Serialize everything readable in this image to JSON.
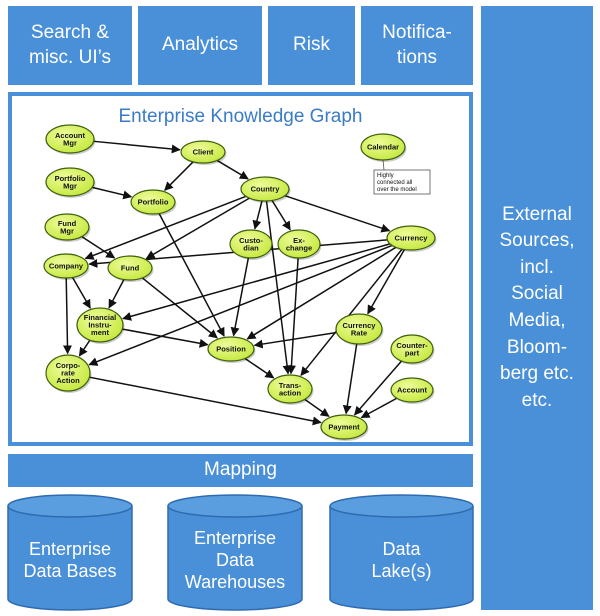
{
  "top_boxes": [
    {
      "label": "Search &\nmisc. UI’s"
    },
    {
      "label": "Analytics"
    },
    {
      "label": "Risk"
    },
    {
      "label": "Notifica-\ntions"
    }
  ],
  "external_label": "External\nSources,\nincl.\nSocial\nMedia,\nBloom-\nberg etc.\netc.",
  "graph": {
    "title": "Enterprise Knowledge Graph",
    "note": [
      "Highly",
      "connected all",
      "over the model"
    ],
    "nodes": [
      {
        "id": "account_mgr",
        "label": [
          "Account",
          "Mgr"
        ]
      },
      {
        "id": "client",
        "label": [
          "Client"
        ]
      },
      {
        "id": "calendar",
        "label": [
          "Calendar"
        ]
      },
      {
        "id": "portfolio_mgr",
        "label": [
          "Portfolio",
          "Mgr"
        ]
      },
      {
        "id": "portfolio",
        "label": [
          "Portfolio"
        ]
      },
      {
        "id": "country",
        "label": [
          "Country"
        ]
      },
      {
        "id": "fund_mgr",
        "label": [
          "Fund",
          "Mgr"
        ]
      },
      {
        "id": "custodian",
        "label": [
          "Custo-",
          "dian"
        ]
      },
      {
        "id": "exchange",
        "label": [
          "Ex-",
          "change"
        ]
      },
      {
        "id": "currency",
        "label": [
          "Currency"
        ]
      },
      {
        "id": "company",
        "label": [
          "Company"
        ]
      },
      {
        "id": "fund",
        "label": [
          "Fund"
        ]
      },
      {
        "id": "financial_instrument",
        "label": [
          "Financial",
          "Instru-",
          "ment"
        ]
      },
      {
        "id": "currency_rate",
        "label": [
          "Currency",
          "Rate"
        ]
      },
      {
        "id": "counterpart",
        "label": [
          "Counter-",
          "part"
        ]
      },
      {
        "id": "position",
        "label": [
          "Position"
        ]
      },
      {
        "id": "corporate_action",
        "label": [
          "Corpo-",
          "rate",
          "Action"
        ]
      },
      {
        "id": "account",
        "label": [
          "Account"
        ]
      },
      {
        "id": "transaction",
        "label": [
          "Trans-",
          "action"
        ]
      },
      {
        "id": "payment",
        "label": [
          "Payment"
        ]
      }
    ],
    "edges": [
      [
        "account_mgr",
        "client"
      ],
      [
        "client",
        "portfolio"
      ],
      [
        "client",
        "country"
      ],
      [
        "portfolio_mgr",
        "portfolio"
      ],
      [
        "portfolio",
        "position"
      ],
      [
        "fund_mgr",
        "fund"
      ],
      [
        "country",
        "company"
      ],
      [
        "country",
        "fund"
      ],
      [
        "country",
        "custodian"
      ],
      [
        "country",
        "exchange"
      ],
      [
        "country",
        "currency"
      ],
      [
        "country",
        "transaction"
      ],
      [
        "company",
        "financial_instrument"
      ],
      [
        "company",
        "corporate_action"
      ],
      [
        "fund",
        "financial_instrument"
      ],
      [
        "fund",
        "position"
      ],
      [
        "custodian",
        "position"
      ],
      [
        "exchange",
        "transaction"
      ],
      [
        "currency",
        "financial_instrument"
      ],
      [
        "currency",
        "position"
      ],
      [
        "currency",
        "transaction"
      ],
      [
        "currency",
        "currency_rate"
      ],
      [
        "currency",
        "corporate_action"
      ],
      [
        "currency",
        "company"
      ],
      [
        "financial_instrument",
        "position"
      ],
      [
        "financial_instrument",
        "corporate_action"
      ],
      [
        "currency_rate",
        "position"
      ],
      [
        "currency_rate",
        "payment"
      ],
      [
        "position",
        "transaction"
      ],
      [
        "corporate_action",
        "payment"
      ],
      [
        "transaction",
        "payment"
      ],
      [
        "counterpart",
        "payment"
      ],
      [
        "account",
        "payment"
      ]
    ]
  },
  "mapping_label": "Mapping",
  "databases": [
    {
      "label": [
        "Enterprise",
        "Data Bases"
      ]
    },
    {
      "label": [
        "Enterprise",
        "Data",
        "Warehouses"
      ]
    },
    {
      "label": [
        "Data",
        "Lake(s)"
      ]
    }
  ],
  "colors": {
    "box": "#4a90d9",
    "node_fill": "#c4e83c",
    "node_stroke": "#3f5f10",
    "edge": "#111111",
    "title": "#3a7bc8",
    "db_fill": "#4a90d9",
    "db_top": "#5b9ee0",
    "db_stroke": "#2f6bb0"
  }
}
